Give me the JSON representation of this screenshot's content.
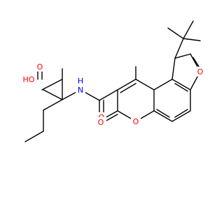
{
  "molecule": {
    "atom_labels": {
      "hydroxyl": "HO",
      "acid_carbonyl_o": "O",
      "amide_n": "N",
      "amide_h": "H",
      "amide_o": "O",
      "lactone_o_ring": "O",
      "lactone_o_carbonyl": "O",
      "furan_o": "O"
    },
    "colors": {
      "bond": "#000000",
      "oxygen": "#ff0000",
      "nitrogen": "#0000ff",
      "background": "#ffffff"
    }
  }
}
